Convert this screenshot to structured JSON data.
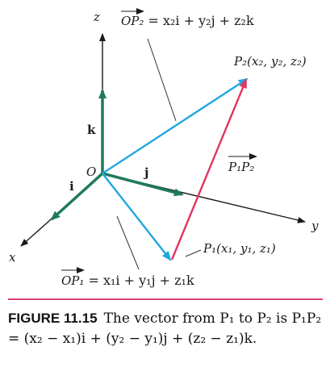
{
  "colors": {
    "axis": "#1a1a1a",
    "unit_vector": "#1f7a5a",
    "position_vector": "#1ea7e0",
    "difference_vector": "#e0355f",
    "leader_line": "#333333",
    "caption_rule": "#e0407a"
  },
  "labels": {
    "z_axis": "z",
    "y_axis": "y",
    "x_axis": "x",
    "origin": "O",
    "unit_k": "k",
    "unit_j": "j",
    "unit_i": "i",
    "op2_equation": "OP₂ = x₂i + y₂j + z₂k",
    "op2_name": "OP₂",
    "op2_rhs": " = x₂i + y₂j + z₂k",
    "p2_point": "P₂(x₂, y₂, z₂)",
    "p1p2_vector": "P₁P₂",
    "p1_point": "P₁(x₁, y₁, z₁)",
    "op1_equation": "OP₁ = x₁i + y₁j + z₁k",
    "op1_name": "OP₁",
    "op1_rhs": " = x₁i + y₁j + z₁k"
  },
  "caption": {
    "label": "FIGURE 11.15",
    "text": "The vector from P₁ to P₂ is P₁P₂ = (x₂ − x₁)i + (y₂ − y₁)j + (z₂ − z₁)k."
  }
}
